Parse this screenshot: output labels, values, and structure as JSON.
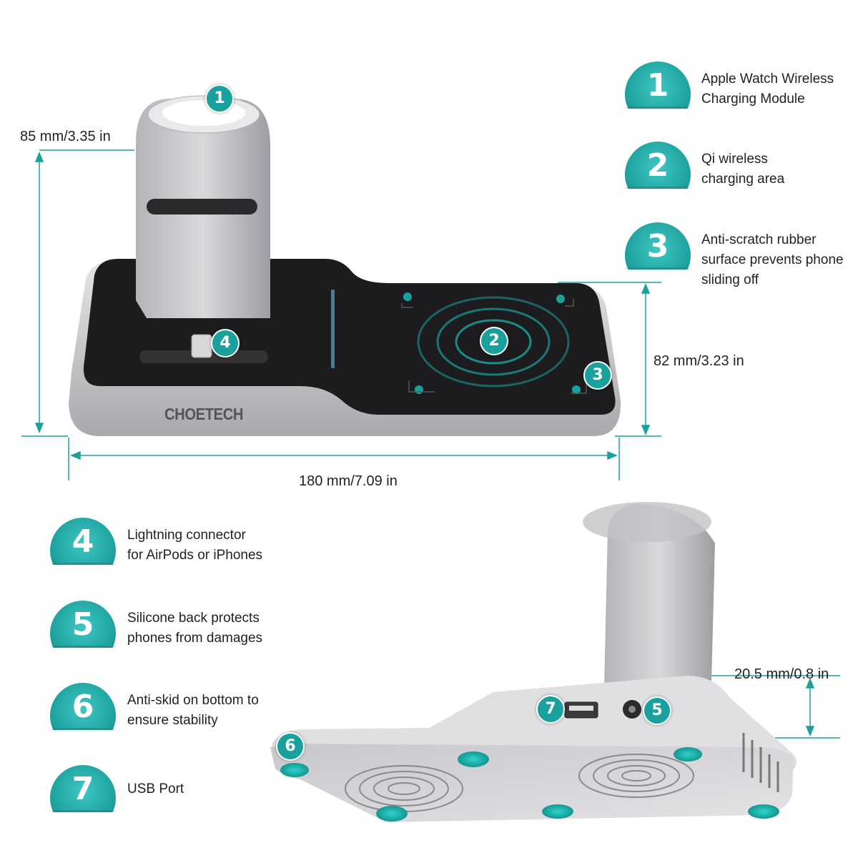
{
  "brand": "CHOETECH",
  "features_right": [
    {
      "num": "1",
      "text": "Apple Watch Wireless\nCharging Module"
    },
    {
      "num": "2",
      "text": "Qi wireless\ncharging area"
    },
    {
      "num": "3",
      "text": "Anti-scratch rubber\nsurface prevents phone\nsliding off"
    }
  ],
  "features_left": [
    {
      "num": "4",
      "text": "Lightning connector\nfor AirPods or iPhones"
    },
    {
      "num": "5",
      "text": "Silicone back protects\nphones from damages"
    },
    {
      "num": "6",
      "text": "Anti-skid on bottom to\n ensure stability"
    },
    {
      "num": "7",
      "text": "USB Port"
    }
  ],
  "dimensions": {
    "height": "85 mm/3.35 in",
    "depth": "82 mm/3.23 in",
    "width": "180 mm/7.09 in",
    "thickness": "20.5 mm/0.8 in"
  },
  "markers": {
    "m1": "1",
    "m2": "2",
    "m3": "3",
    "m4": "4",
    "m5": "5",
    "m6": "6",
    "m7": "7"
  },
  "colors": {
    "accent": "#1aa19d",
    "silver": "#c9c9cc",
    "pad_black": "#1c1c1e"
  }
}
